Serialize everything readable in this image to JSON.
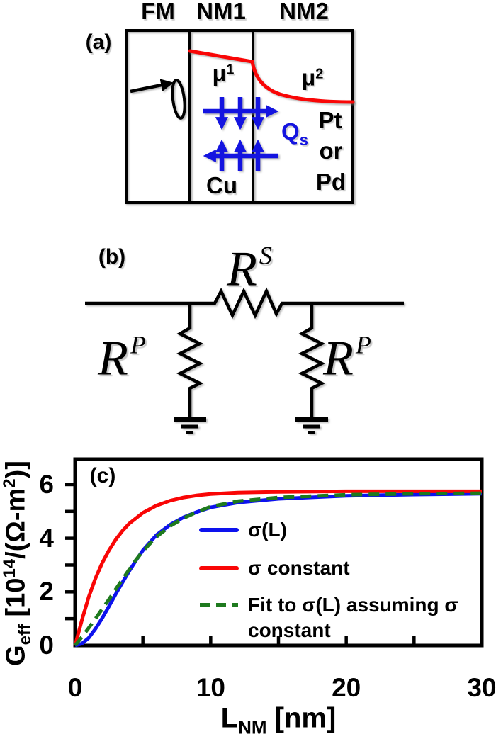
{
  "panel_a": {
    "label": "(a)",
    "headers": [
      "FM",
      "NM1",
      "NM2"
    ],
    "mu1": {
      "base": "μ",
      "sup": "1"
    },
    "mu2": {
      "base": "μ",
      "sup": "2"
    },
    "qs": {
      "base": "Q",
      "sub": "s"
    },
    "nm1_material": "Cu",
    "nm2_material_lines": [
      "Pt",
      "or",
      "Pd"
    ],
    "colors": {
      "chemical_potential": "#f90606",
      "spin_flow": "#1414e0",
      "outline": "#000000"
    }
  },
  "panel_b": {
    "label": "(b)",
    "series_resistor": {
      "base": "R",
      "sup": "S"
    },
    "left_shunt_resistor": {
      "base": "R",
      "sup": "P"
    },
    "right_shunt_resistor": {
      "base": "R",
      "sup": "P"
    }
  },
  "panel_c": {
    "label": "(c)",
    "ylabel": {
      "base": "G",
      "base_sub": "eff",
      "seg1": " [10",
      "sup1": "14",
      "seg2": "/(Ω-m",
      "sup2": "2",
      "seg3": ")]"
    },
    "xlabel": {
      "base": "L",
      "base_sub": "NM",
      "rest": " [nm]"
    }
  },
  "chart_data": {
    "type": "line",
    "title": "",
    "xlabel": "L_NM [nm]",
    "ylabel": "G_eff [10^14/(Ω-m^2)]",
    "xlim": [
      0,
      30
    ],
    "ylim": [
      0,
      6.95
    ],
    "xticks_major": [
      0,
      10,
      20,
      30
    ],
    "xticks_minor": [
      5,
      15,
      25
    ],
    "yticks_major": [
      0,
      2,
      4,
      6
    ],
    "yticks_minor": [
      1,
      3,
      5
    ],
    "grid": false,
    "legend_position": "inside center-right",
    "series": [
      {
        "name": "σ(L)",
        "color": "#0d12ee",
        "style": "solid",
        "x": [
          0,
          0.5,
          1,
          1.5,
          2,
          2.5,
          3,
          3.5,
          4,
          4.5,
          5,
          6,
          7,
          8,
          9,
          10,
          12,
          15,
          20,
          25,
          30
        ],
        "y": [
          0,
          0.07,
          0.28,
          0.62,
          1.02,
          1.46,
          1.92,
          2.36,
          2.78,
          3.18,
          3.55,
          4.12,
          4.5,
          4.78,
          4.98,
          5.15,
          5.33,
          5.47,
          5.58,
          5.63,
          5.66
        ]
      },
      {
        "name": "σ constant",
        "color": "#f90606",
        "style": "solid",
        "x": [
          0,
          0.5,
          1,
          1.5,
          2,
          2.5,
          3,
          3.5,
          4,
          5,
          6,
          7,
          8,
          9,
          10,
          12,
          15,
          20,
          25,
          30
        ],
        "y": [
          0,
          0.95,
          1.8,
          2.5,
          3.08,
          3.55,
          3.95,
          4.28,
          4.55,
          4.95,
          5.22,
          5.4,
          5.52,
          5.6,
          5.65,
          5.7,
          5.73,
          5.75,
          5.75,
          5.75
        ]
      },
      {
        "name": "Fit to σ(L) assuming σ constant",
        "color": "#1e7a1e",
        "style": "dashed",
        "x": [
          0,
          0.5,
          1,
          1.5,
          2,
          2.5,
          3,
          3.5,
          4,
          4.5,
          5,
          6,
          7,
          8,
          9,
          10,
          12,
          15,
          20,
          25,
          30
        ],
        "y": [
          0,
          0.32,
          0.65,
          1.0,
          1.36,
          1.72,
          2.1,
          2.47,
          2.84,
          3.2,
          3.52,
          4.05,
          4.45,
          4.75,
          4.98,
          5.18,
          5.38,
          5.52,
          5.62,
          5.66,
          5.68
        ]
      }
    ],
    "legend": [
      {
        "label": "σ(L)"
      },
      {
        "label": "σ constant"
      },
      {
        "label": "Fit to σ(L) assuming σ",
        "label2": "constant"
      }
    ]
  }
}
